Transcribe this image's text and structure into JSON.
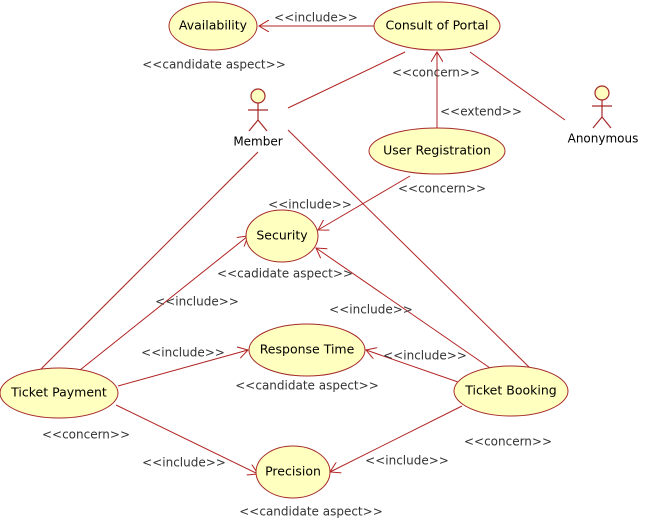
{
  "use_cases": {
    "availability": "Availability",
    "consult_portal": "Consult of Portal",
    "user_registration": "User Registration",
    "security": "Security",
    "response_time": "Response Time",
    "ticket_payment": "Ticket Payment",
    "ticket_booking": "Ticket Booking",
    "precision": "Precision"
  },
  "actors": {
    "member": "Member",
    "anonymous": "Anonymous"
  },
  "labels": {
    "include_avail": "<<include>>",
    "candidate_avail": "<<candidate aspect>>",
    "concern_portal": "<<concern>>",
    "extend_reg": "<<extend>>",
    "concern_reg": "<<concern>>",
    "include_reg_sec": "<<include>>",
    "cadidate_sec": "<<cadidate aspect>>",
    "include_pay_sec": "<<include>>",
    "include_book_sec": "<<include>>",
    "include_pay_resp": "<<include>>",
    "include_book_resp": "<<include>>",
    "candidate_resp": "<<candidate aspect>>",
    "concern_pay": "<<concern>>",
    "concern_book": "<<concern>>",
    "include_pay_prec": "<<include>>",
    "include_book_prec": "<<include>>",
    "candidate_prec": "<<candidate aspect>>"
  },
  "colors": {
    "line": "#b22222",
    "usecase_fill": "#ffffc0",
    "usecase_stroke": "#a52a2a"
  }
}
